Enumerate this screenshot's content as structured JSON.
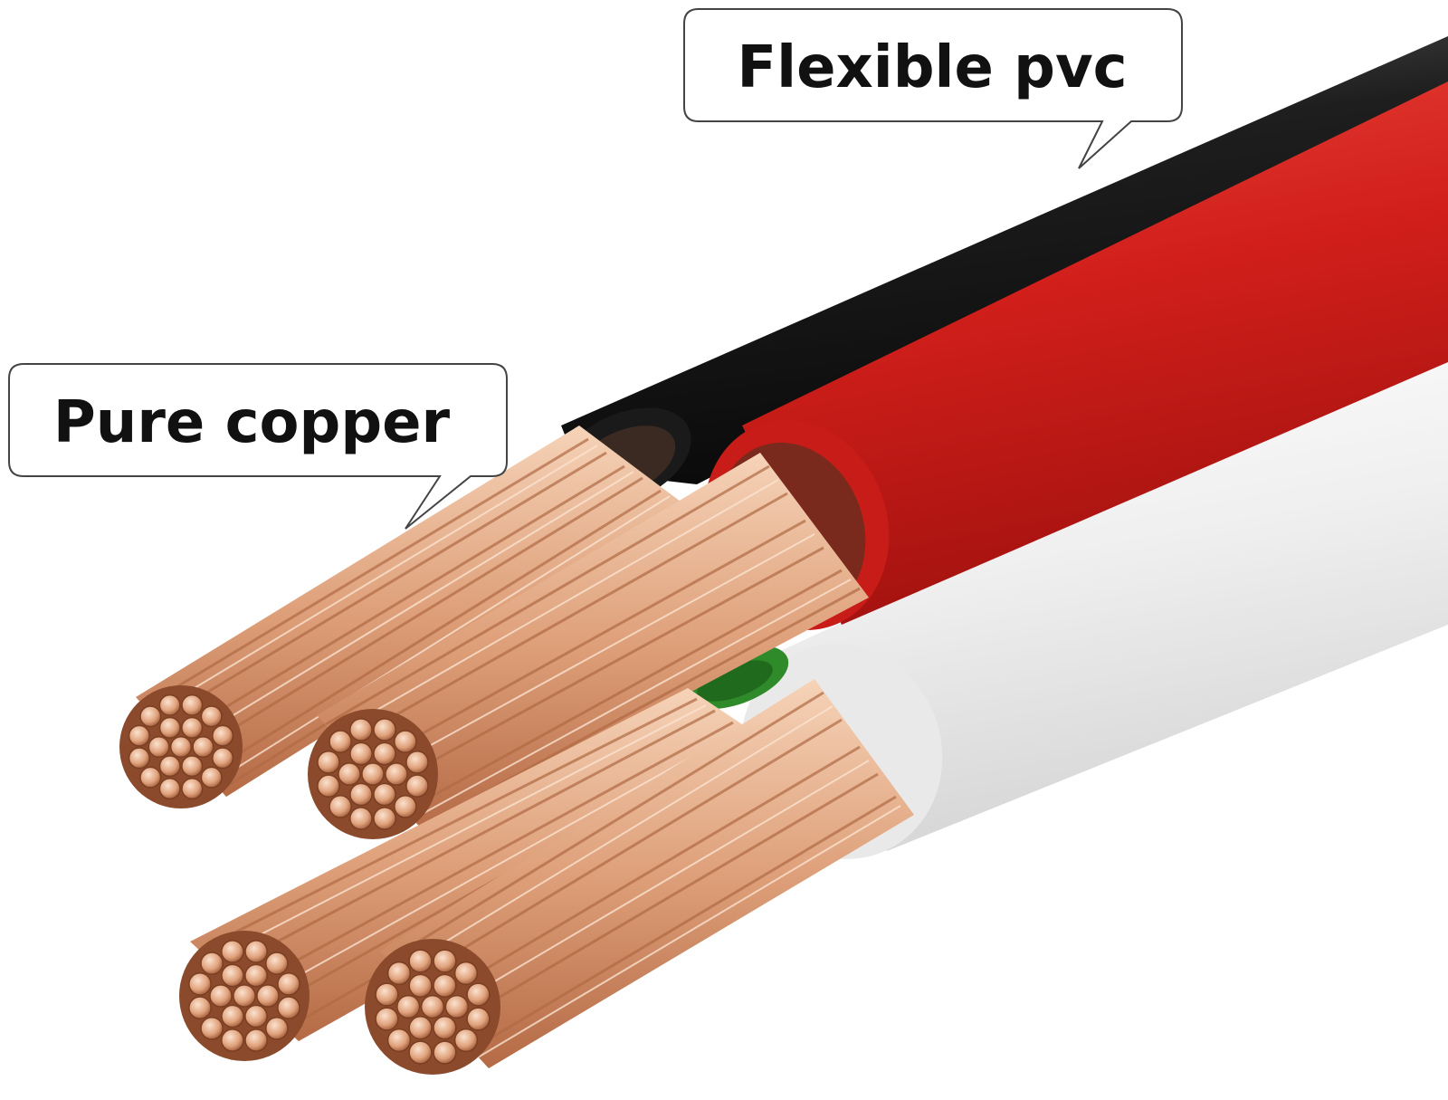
{
  "callouts": {
    "insulation": {
      "text": "Flexible pvc"
    },
    "conductor": {
      "text": "Pure copper"
    }
  },
  "wires": [
    {
      "name": "black",
      "insulation_color": "#1b1b1b"
    },
    {
      "name": "red",
      "insulation_color": "#d3201d"
    },
    {
      "name": "white",
      "insulation_color": "#ececec"
    },
    {
      "name": "green",
      "insulation_color": "#2f8a2a"
    }
  ],
  "colors": {
    "copper_light": "#f3c7a8",
    "copper_mid": "#d99a73",
    "copper_dark": "#8a4a2b",
    "callout_border": "#444444",
    "background": "#ffffff"
  }
}
